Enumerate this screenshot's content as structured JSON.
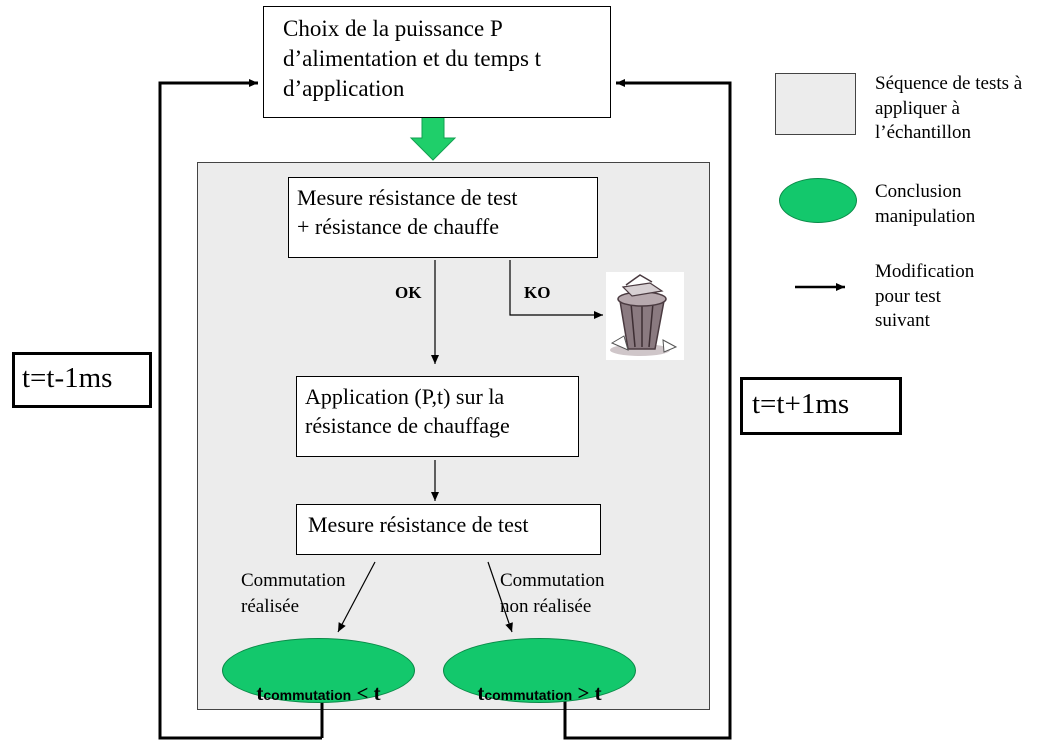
{
  "top_box": {
    "text": "Choix de la puissance P\nd’alimentation et du temps t\nd’application"
  },
  "left_time": {
    "text": "t=t-1ms"
  },
  "right_time": {
    "text": "t=t+1ms"
  },
  "step1": {
    "text": "Mesure résistance de test\n+ résistance de chauffe"
  },
  "label_ok": "OK",
  "label_ko": "KO",
  "step2": {
    "text": "Application (P,t) sur la\nrésistance de chauffage"
  },
  "step3": {
    "text": "Mesure résistance de test"
  },
  "branch_left": "Commutation\nréalisée",
  "branch_right": "Commutation\nnon réalisée",
  "result_left": {
    "prefix": "t",
    "sub": "commutation",
    "rel": " < t"
  },
  "result_right": {
    "prefix": "t",
    "sub": "commutation",
    "rel": " > t"
  },
  "legend": {
    "sequence": "Séquence de tests à\nappliquer à\nl’échantillon",
    "conclusion": "Conclusion\nmanipulation",
    "modification": "Modification\npour test\nsuivant"
  },
  "colors": {
    "panel": "#ececec",
    "green": "#13c86c",
    "arrow_green": "#1fcf6a",
    "line": "#000000"
  },
  "icons": {
    "trash": "trash-can-icon"
  }
}
